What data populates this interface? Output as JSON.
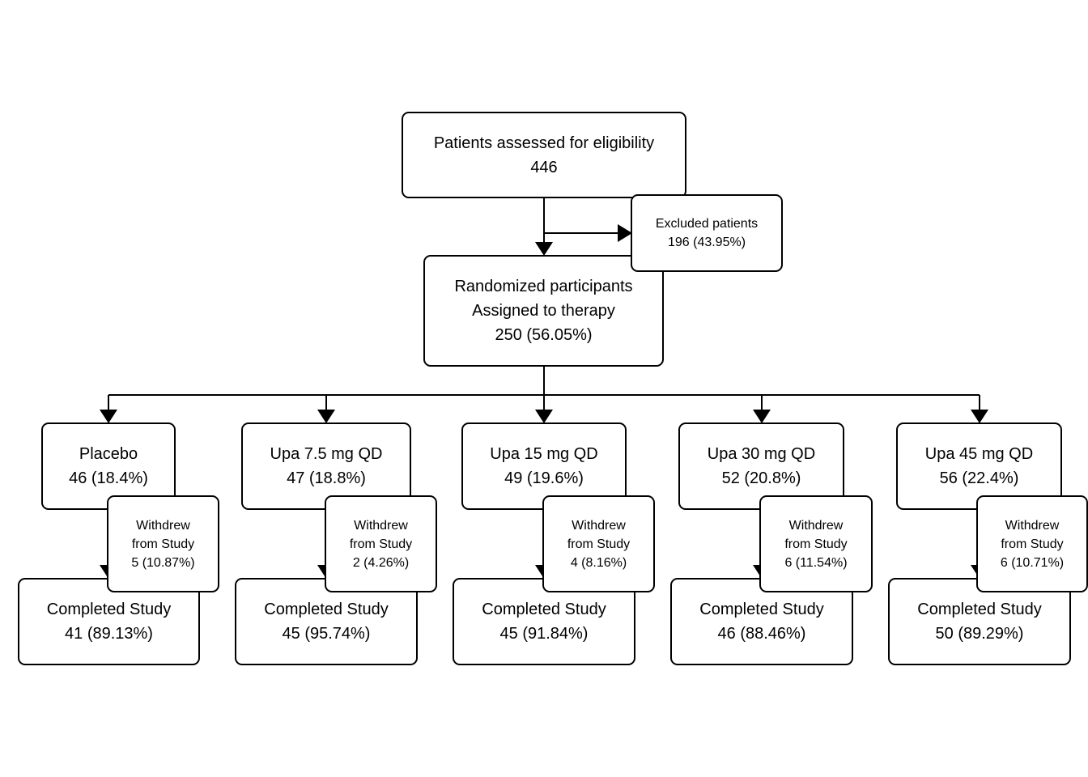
{
  "assessed": {
    "title": "Patients assessed for eligibility",
    "count": "446"
  },
  "excluded": {
    "title": "Excluded patients",
    "count": "196 (43.95%)"
  },
  "randomized": {
    "line1": "Randomized participants",
    "line2": "Assigned to therapy",
    "count": "250 (56.05%)"
  },
  "arms": [
    {
      "name": "Placebo",
      "n": "46 (18.4%)",
      "withdrew_l1": "Withdrew",
      "withdrew_l2": "from Study",
      "withdrew_n": "5 (10.87%)",
      "completed_label": "Completed Study",
      "completed_n": "41 (89.13%)"
    },
    {
      "name": "Upa 7.5 mg QD",
      "n": "47 (18.8%)",
      "withdrew_l1": "Withdrew",
      "withdrew_l2": "from Study",
      "withdrew_n": "2 (4.26%)",
      "completed_label": "Completed Study",
      "completed_n": "45 (95.74%)"
    },
    {
      "name": "Upa 15 mg QD",
      "n": "49 (19.6%)",
      "withdrew_l1": "Withdrew",
      "withdrew_l2": "from Study",
      "withdrew_n": "4 (8.16%)",
      "completed_label": "Completed Study",
      "completed_n": "45 (91.84%)"
    },
    {
      "name": "Upa 30 mg QD",
      "n": "52 (20.8%)",
      "withdrew_l1": "Withdrew",
      "withdrew_l2": "from Study",
      "withdrew_n": "6 (11.54%)",
      "completed_label": "Completed Study",
      "completed_n": "46 (88.46%)"
    },
    {
      "name": "Upa 45 mg QD",
      "n": "56 (22.4%)",
      "withdrew_l1": "Withdrew",
      "withdrew_l2": "from Study",
      "withdrew_n": "6 (10.71%)",
      "completed_label": "Completed Study",
      "completed_n": "50 (89.29%)"
    }
  ]
}
